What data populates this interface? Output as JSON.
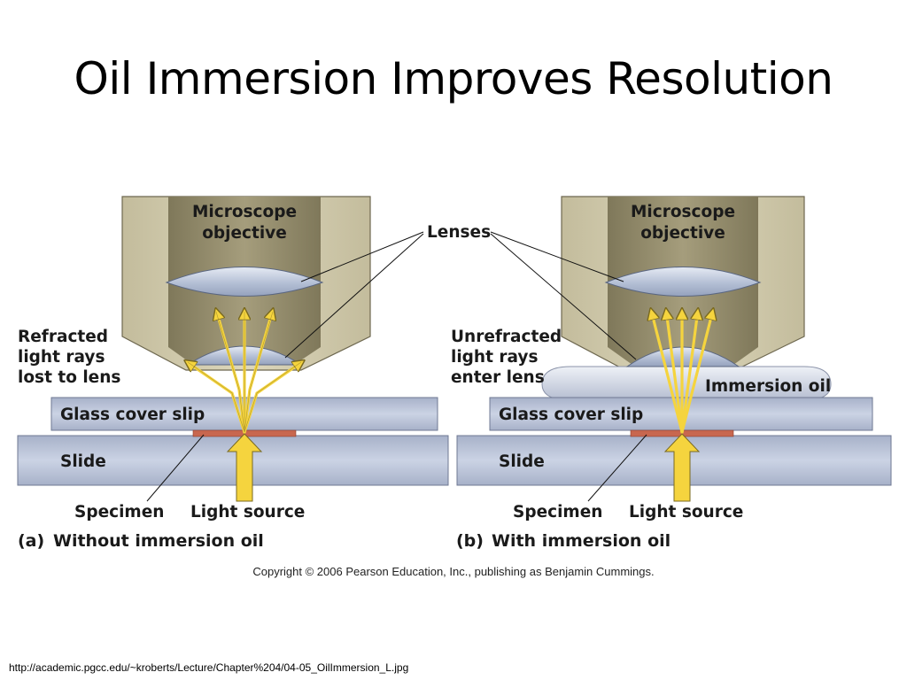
{
  "title": "Oil Immersion Improves Resolution",
  "panel_a": {
    "objective": [
      "Microscope",
      "objective"
    ],
    "side_note": [
      "Refracted",
      "light rays",
      "lost to lens"
    ],
    "cover_slip": "Glass cover slip",
    "slide": "Slide",
    "specimen": "Specimen",
    "light_source": "Light source",
    "caption_letter": "(a)",
    "caption": "Without immersion oil"
  },
  "panel_b": {
    "objective": [
      "Microscope",
      "objective"
    ],
    "side_note": [
      "Unrefracted",
      "light rays",
      "enter lens"
    ],
    "immersion_oil": "Immersion oil",
    "cover_slip": "Glass cover slip",
    "slide": "Slide",
    "specimen": "Specimen",
    "light_source": "Light source",
    "caption_letter": "(b)",
    "caption": "With immersion oil"
  },
  "lenses_label": "Lenses",
  "copyright": "Copyright © 2006 Pearson Education, Inc., publishing as Benjamin Cummings.",
  "source_url": "http://academic.pgcc.edu/~kroberts/Lecture/Chapter%204/04-05_OilImmersion_L.jpg",
  "colors": {
    "objective_housing": "#cdc6a6",
    "objective_interior": "#948b6a",
    "lens_glass": "#c3cde0",
    "glass_slide": "#b9c2d8",
    "specimen": "#c8674f",
    "light_ray": "#f5d43e"
  }
}
